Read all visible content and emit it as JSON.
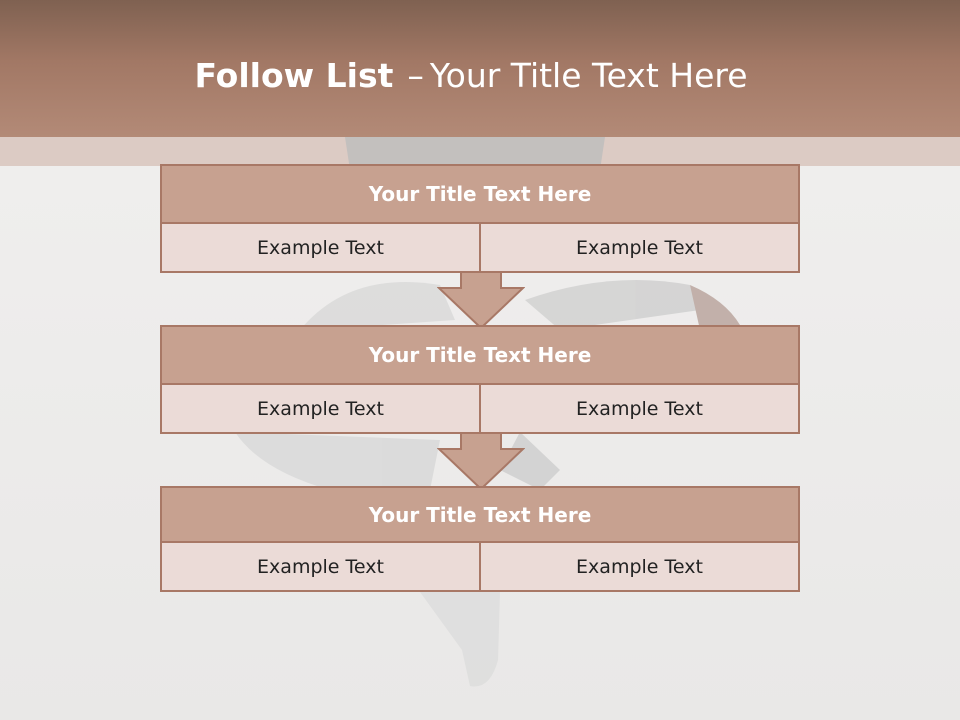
{
  "slide": {
    "title_bold": "Follow List",
    "title_separator": "–",
    "title_rest": "Your Title Text Here"
  },
  "blocks": [
    {
      "title": "Your Title Text Here",
      "left": "Example Text",
      "right": "Example Text"
    },
    {
      "title": "Your Title Text Here",
      "left": "Example Text",
      "right": "Example Text"
    },
    {
      "title": "Your Title Text Here",
      "left": "Example Text",
      "right": "Example Text"
    }
  ],
  "colors": {
    "header": "#a27865",
    "box_title": "#c7a190",
    "box_cell": "#ebdbd7",
    "border": "#a87866"
  },
  "background_image": "jumping-person-silhouette"
}
